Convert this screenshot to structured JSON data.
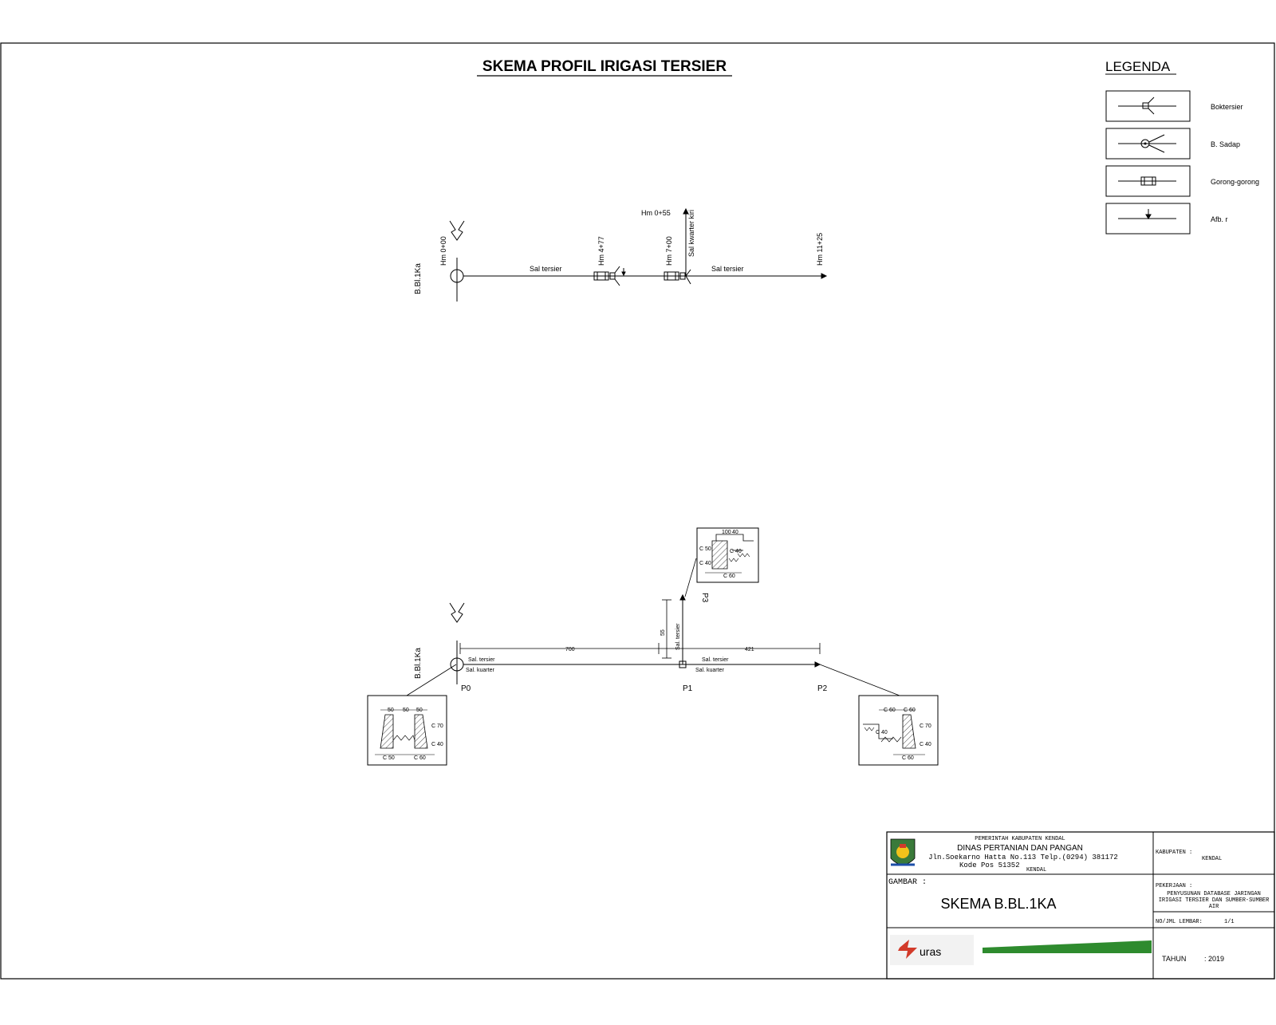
{
  "title": "SKEMA PROFIL IRIGASI TERSIER",
  "legend": {
    "heading": "LEGENDA",
    "items": [
      {
        "label": "Boktersier",
        "icon": "box-tersier-icon"
      },
      {
        "label": "B. Sadap",
        "icon": "bangunan-sadap-icon"
      },
      {
        "label": "Gorong-gorong",
        "icon": "culvert-icon"
      },
      {
        "label": "Afb. r",
        "icon": "afbouw-arrow-icon"
      }
    ]
  },
  "scheme": {
    "intake_label": "B.Bl.1Ka",
    "stations": [
      "Hm 0+00",
      "Hm 4+77",
      "Hm 7+00",
      "Hm 0+55",
      "Hm 11+25"
    ],
    "branch_label": "Sal kwarter kiri",
    "channel_labels": [
      "Sal tersier",
      "Sal tersier"
    ]
  },
  "profile": {
    "intake_label": "B.Bl.1Ka",
    "points": [
      "P0",
      "P1",
      "P2",
      "P3"
    ],
    "dimensions": [
      "700",
      "421",
      "55"
    ],
    "channel_notes": [
      "Sal. tersier",
      "Sal. kuarter"
    ],
    "section_labels": {
      "p3": [
        "100",
        "40",
        "C 50",
        "C 40",
        "C 40",
        "C 60"
      ],
      "p0": [
        "50",
        "50",
        "50",
        "C 70",
        "C 40",
        "C 50",
        "C 60"
      ],
      "p2": [
        "C 60",
        "C 60",
        "C 70",
        "C 40",
        "C 40",
        "C 60"
      ]
    }
  },
  "title_block": {
    "gov": "PEMERINTAH KABUPATEN KENDAL",
    "dept": "DINAS PERTANIAN DAN PANGAN",
    "address": "Jln.Soekarno Hatta No.113 Telp.(0294) 381172",
    "postal": "Kode Pos  51352",
    "city": "KENDAL",
    "gambar_label": "GAMBAR :",
    "drawing_title": "SKEMA B.BL.1KA",
    "kabupaten_label": "KABUPATEN :",
    "kabupaten_value": "KENDAL",
    "pekerjaan_label": "PEKERJAAN :",
    "pekerjaan_lines": [
      "PENYUSUNAN DATABASE JARINGAN",
      "IRIGASI TERSIER DAN SUMBER-SUMBER",
      "AIR"
    ],
    "sheet_label": "NO/JML LEMBAR:",
    "sheet_value": "1/1",
    "tahun_label": "TAHUN",
    "tahun_value": ": 2019",
    "consultant_logo": "uras",
    "colors": {
      "accent_green": "#2e8b2e",
      "logo_red": "#d23a2a"
    }
  }
}
